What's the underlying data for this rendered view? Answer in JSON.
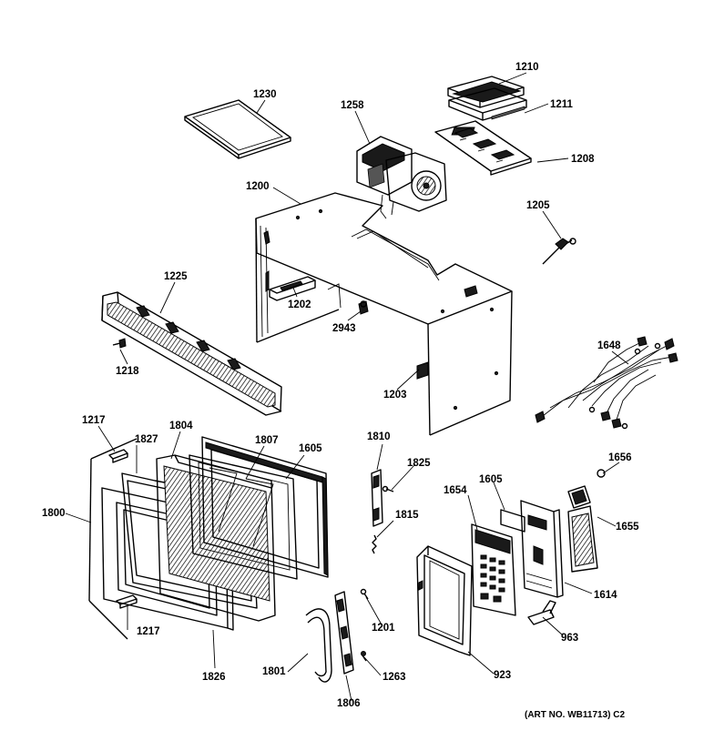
{
  "labels": {
    "p1210": "1210",
    "p1211": "1211",
    "p1208": "1208",
    "p1230": "1230",
    "p1258": "1258",
    "p1200": "1200",
    "p1205": "1205",
    "p1225": "1225",
    "p1202": "1202",
    "p2943": "2943",
    "p1218": "1218",
    "p1648": "1648",
    "p1203": "1203",
    "p1217a": "1217",
    "p1804": "1804",
    "p1807": "1807",
    "p1605a": "1605",
    "p1827": "1827",
    "p1810": "1810",
    "p1825": "1825",
    "p1656": "1656",
    "p1800": "1800",
    "p1654": "1654",
    "p1605b": "1605",
    "p1815": "1815",
    "p1655": "1655",
    "p1614": "1614",
    "p1201": "1201",
    "p963": "963",
    "p1217b": "1217",
    "p1801": "1801",
    "p923": "923",
    "p1826": "1826",
    "p1263": "1263",
    "p1806": "1806"
  },
  "art_number": "(ART NO. WB11713) C2"
}
